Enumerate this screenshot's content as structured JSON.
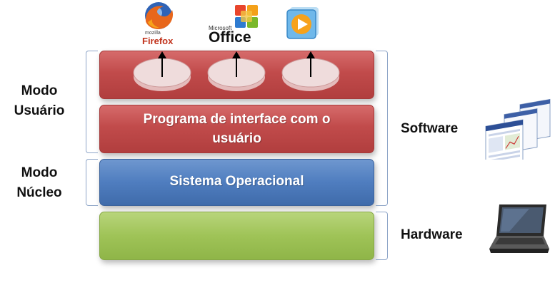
{
  "apps": [
    {
      "name": "Firefox",
      "sub": "mozilla",
      "icon": "firefox-icon"
    },
    {
      "name": "Office",
      "sub": "Microsoft",
      "icon": "office-icon"
    },
    {
      "name": "Windows Media Player",
      "icon": "media-player-icon"
    }
  ],
  "layers": {
    "interface": "Programa de interface com o usuário",
    "os": "Sistema Operacional"
  },
  "modes": {
    "user": "Modo Usuário",
    "kernel": "Modo Núcleo"
  },
  "labels": {
    "software": "Software",
    "hardware": "Hardware"
  },
  "images": {
    "screens": "software-screens-icon",
    "laptop": "laptop-icon"
  },
  "colors": {
    "user_layer": "#c14b4b",
    "os_layer": "#4f7dbf",
    "hardware_layer": "#9fc357"
  }
}
